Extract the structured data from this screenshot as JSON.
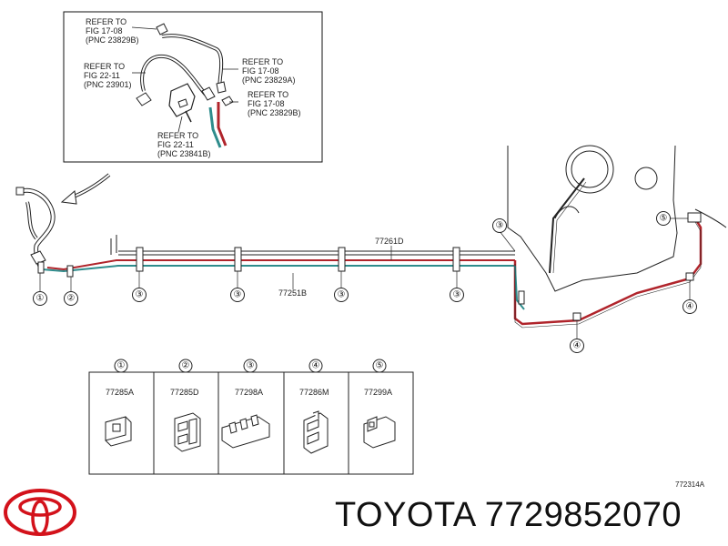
{
  "callouts": {
    "ref_1": {
      "line1": "REFER TO",
      "line2": "FIG 17-08",
      "line3": "(PNC 23829B)"
    },
    "ref_2": {
      "line1": "REFER TO",
      "line2": "FIG 22-11",
      "line3": "(PNC 23901)"
    },
    "ref_3": {
      "line1": "REFER TO",
      "line2": "FIG 17-08",
      "line3": "(PNC 23829A)"
    },
    "ref_4": {
      "line1": "REFER TO",
      "line2": "FIG 17-08",
      "line3": "(PNC 23829B)"
    },
    "ref_5": {
      "line1": "REFER TO",
      "line2": "FIG 22-11",
      "line3": "(PNC 23841B)"
    }
  },
  "tube_labels": {
    "upper": "77261D",
    "lower": "77251B"
  },
  "markers": [
    "①",
    "②",
    "③",
    "④",
    "⑤"
  ],
  "parts_table": [
    {
      "marker": "①",
      "part": "77285A"
    },
    {
      "marker": "②",
      "part": "77285D"
    },
    {
      "marker": "③",
      "part": "77298A"
    },
    {
      "marker": "④",
      "part": "77286M"
    },
    {
      "marker": "⑤",
      "part": "77299A"
    }
  ],
  "diagram_code": "772314A",
  "brand": "TOYOTA",
  "part_number": "7729852070",
  "colors": {
    "line": "#111111",
    "red_tube": "#b0242b",
    "teal_tube": "#2e8c8c",
    "logo": "#d3121b"
  }
}
